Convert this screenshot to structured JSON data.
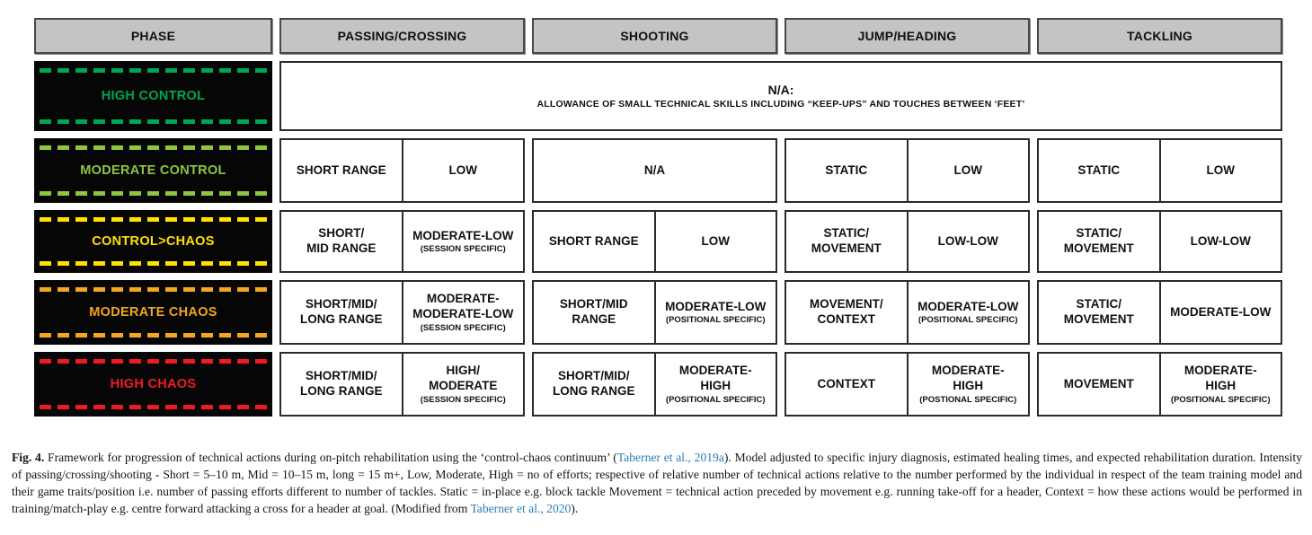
{
  "colors": {
    "high_control": "#00a651",
    "moderate_control": "#8dc63f",
    "control_chaos": "#ffe100",
    "moderate_chaos": "#f2a71e",
    "high_chaos": "#ed1c24",
    "header_bg": "#c4c4c4",
    "phase_bg": "#060606",
    "cell_border": "#2b2b2b",
    "link": "#2b7cb3"
  },
  "table": {
    "headers": [
      "PHASE",
      "PASSING/CROSSING",
      "SHOOTING",
      "JUMP/HEADING",
      "TACKLING"
    ],
    "rows": [
      {
        "phase": "HIGH CONTROL",
        "color": "#00a651",
        "type": "span",
        "span": {
          "title": "N/A:",
          "subtitle": "ALLOWANCE OF SMALL TECHNICAL SKILLS INCLUDING “KEEP-UPS” AND TOUCHES BETWEEN ‘FEET’"
        }
      },
      {
        "phase": "MODERATE CONTROL",
        "color": "#8dc63f",
        "type": "cells",
        "cells": [
          {
            "type": "pair",
            "left": {
              "main": "SHORT RANGE"
            },
            "right": {
              "main": "LOW"
            }
          },
          {
            "type": "single",
            "main": "N/A"
          },
          {
            "type": "pair",
            "left": {
              "main": "STATIC"
            },
            "right": {
              "main": "LOW"
            }
          },
          {
            "type": "pair",
            "left": {
              "main": "STATIC"
            },
            "right": {
              "main": "LOW"
            }
          }
        ]
      },
      {
        "phase": "CONTROL>CHAOS",
        "color": "#ffe100",
        "type": "cells",
        "cells": [
          {
            "type": "pair",
            "left": {
              "main": "SHORT/\nMID RANGE"
            },
            "right": {
              "main": "MODERATE-LOW",
              "sub": "(SESSION SPECIFIC)"
            }
          },
          {
            "type": "pair",
            "left": {
              "main": "SHORT RANGE"
            },
            "right": {
              "main": "LOW"
            }
          },
          {
            "type": "pair",
            "left": {
              "main": "STATIC/\nMOVEMENT"
            },
            "right": {
              "main": "LOW-LOW"
            }
          },
          {
            "type": "pair",
            "left": {
              "main": "STATIC/\nMOVEMENT"
            },
            "right": {
              "main": "LOW-LOW"
            }
          }
        ]
      },
      {
        "phase": "MODERATE CHAOS",
        "color": "#f2a71e",
        "type": "cells",
        "cells": [
          {
            "type": "pair",
            "left": {
              "main": "SHORT/MID/\nLONG RANGE"
            },
            "right": {
              "main": "MODERATE-\nMODERATE-LOW",
              "sub": "(SESSION SPECIFIC)"
            }
          },
          {
            "type": "pair",
            "left": {
              "main": "SHORT/MID\nRANGE"
            },
            "right": {
              "main": "MODERATE-LOW",
              "sub": "(POSITIONAL SPECIFIC)"
            }
          },
          {
            "type": "pair",
            "left": {
              "main": "MOVEMENT/\nCONTEXT"
            },
            "right": {
              "main": "MODERATE-LOW",
              "sub": "(POSITIONAL SPECIFIC)"
            }
          },
          {
            "type": "pair",
            "left": {
              "main": "STATIC/\nMOVEMENT"
            },
            "right": {
              "main": "MODERATE-LOW"
            }
          }
        ]
      },
      {
        "phase": "HIGH CHAOS",
        "color": "#ed1c24",
        "type": "cells",
        "cells": [
          {
            "type": "pair",
            "left": {
              "main": "SHORT/MID/\nLONG RANGE"
            },
            "right": {
              "main": "HIGH/\nMODERATE",
              "sub": "(SESSION SPECIFIC)"
            }
          },
          {
            "type": "pair",
            "left": {
              "main": "SHORT/MID/\nLONG RANGE"
            },
            "right": {
              "main": "MODERATE-\nHIGH",
              "sub": "(POSITIONAL SPECIFIC)"
            }
          },
          {
            "type": "pair",
            "left": {
              "main": "CONTEXT"
            },
            "right": {
              "main": "MODERATE-\nHIGH",
              "sub": "(POSTIONAL SPECIFIC)"
            }
          },
          {
            "type": "pair",
            "left": {
              "main": "MOVEMENT"
            },
            "right": {
              "main": "MODERATE-\nHIGH",
              "sub": "(POSITIONAL SPECIFIC)"
            }
          }
        ]
      }
    ]
  },
  "caption": {
    "label": "Fig. 4.",
    "part1": " Framework for progression of technical actions during on-pitch rehabilitation using the ‘control-chaos continuum’ (",
    "link1": "Taberner et al., 2019a",
    "part2": "). Model adjusted to specific injury diagnosis, estimated healing times, and expected rehabilitation duration. Intensity of passing/crossing/shooting - Short = 5–10 m, Mid = 10–15 m, long = 15 m+, Low, Moderate, High = no of efforts; respective of relative number of technical actions relative to the number performed by the individual in respect of the team training model and their game traits/position i.e. number of passing efforts different to number of tackles. Static = in-place e.g. block tackle Movement = technical action preceded by movement e.g. running take-off for a header, Context = how these actions would be performed in training/match-play e.g. centre forward attacking a cross for a header at goal. (Modified from ",
    "link2": "Taberner et al., 2020",
    "part3": ")."
  }
}
